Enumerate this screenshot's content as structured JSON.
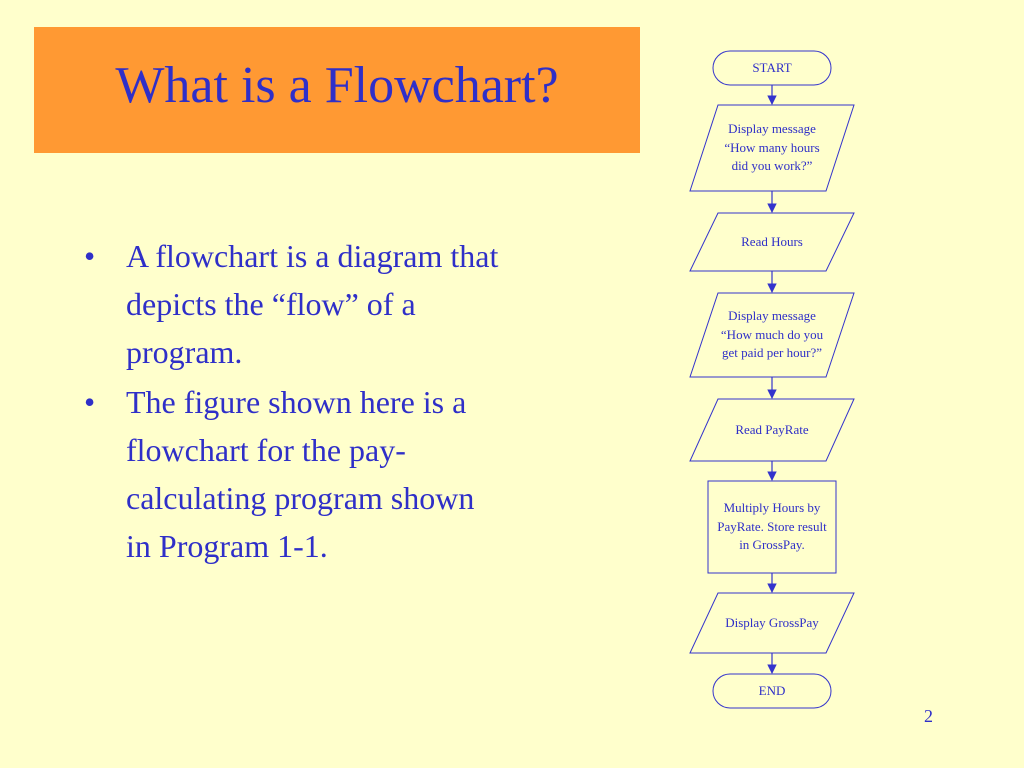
{
  "slide": {
    "title": "What is a Flowchart?",
    "page_number": "2",
    "colors": {
      "background": "#FFFFCC",
      "title_box": "#FF9933",
      "text": "#2F2FC8",
      "shape_stroke": "#3333CC"
    }
  },
  "bullets": [
    {
      "marker": "•",
      "text": "A flowchart is a diagram that depicts the “flow” of a program."
    },
    {
      "marker": "•",
      "text": "The figure shown here is a flowchart for the pay-calculating program shown in Program 1-1."
    }
  ],
  "flowchart": {
    "steps": [
      {
        "shape": "terminal",
        "label": "START"
      },
      {
        "shape": "parallelogram",
        "label": "Display message “How many hours did you work?”"
      },
      {
        "shape": "parallelogram",
        "label": "Read Hours"
      },
      {
        "shape": "parallelogram",
        "label": "Display message “How much do you get paid per hour?”"
      },
      {
        "shape": "parallelogram",
        "label": "Read PayRate"
      },
      {
        "shape": "rectangle",
        "label": "Multiply Hours by PayRate. Store result in GrossPay."
      },
      {
        "shape": "parallelogram",
        "label": "Display GrossPay"
      },
      {
        "shape": "terminal",
        "label": "END"
      }
    ]
  }
}
